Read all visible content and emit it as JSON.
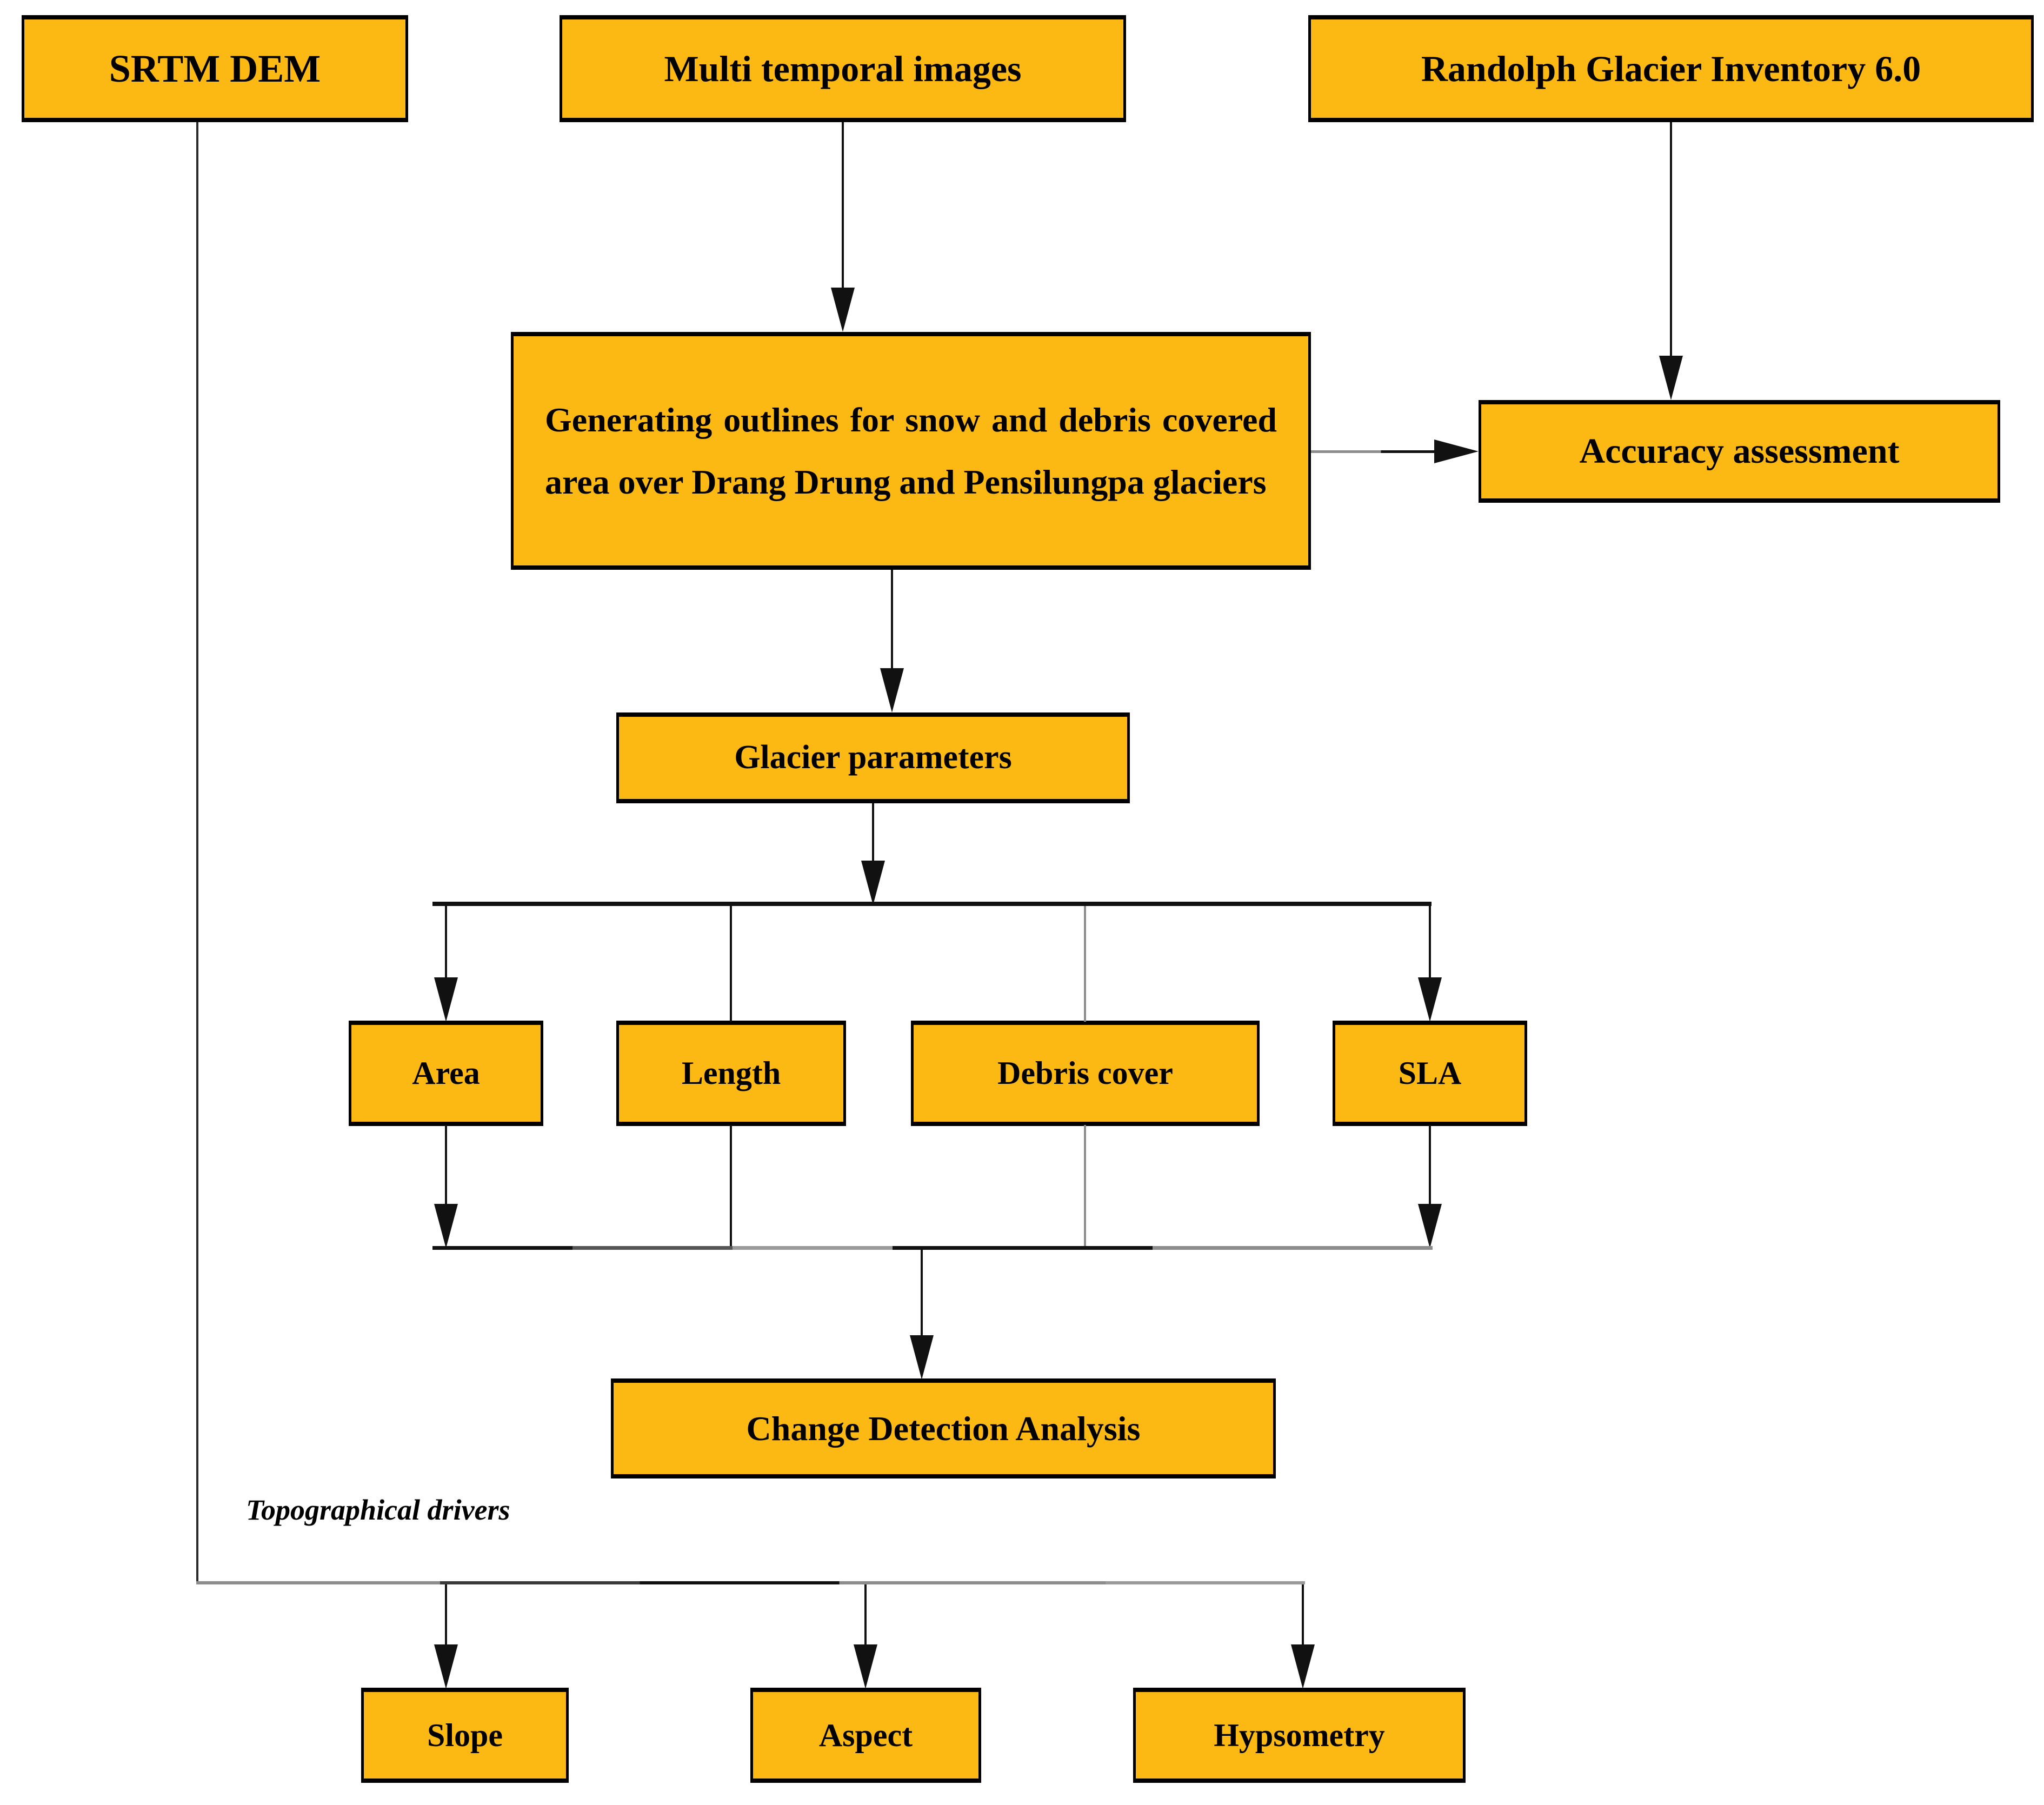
{
  "nodes": {
    "srtm_dem": {
      "label": "SRTM DEM"
    },
    "multi_temporal_images": {
      "label": "Multi temporal images"
    },
    "randolph_glacier_inventory": {
      "label": "Randolph Glacier Inventory 6.0"
    },
    "generating_outlines": {
      "label": "Generating outlines for snow and debris covered area over Drang Drung and Pensilungpa glaciers"
    },
    "accuracy_assessment": {
      "label": "Accuracy assessment"
    },
    "glacier_parameters": {
      "label": "Glacier parameters"
    },
    "area": {
      "label": "Area"
    },
    "length": {
      "label": "Length"
    },
    "debris_cover": {
      "label": "Debris cover"
    },
    "sla": {
      "label": "SLA"
    },
    "change_detection_analysis": {
      "label": "Change Detection Analysis"
    },
    "slope": {
      "label": "Slope"
    },
    "aspect": {
      "label": "Aspect"
    },
    "hypsometry": {
      "label": "Hypsometry"
    }
  },
  "annotations": {
    "topographical_drivers": "Topographical drivers"
  },
  "edges": [
    {
      "from": "multi_temporal_images",
      "to": "generating_outlines"
    },
    {
      "from": "randolph_glacier_inventory",
      "to": "accuracy_assessment"
    },
    {
      "from": "generating_outlines",
      "to": "accuracy_assessment"
    },
    {
      "from": "generating_outlines",
      "to": "glacier_parameters"
    },
    {
      "from": "glacier_parameters",
      "to": "area"
    },
    {
      "from": "glacier_parameters",
      "to": "length"
    },
    {
      "from": "glacier_parameters",
      "to": "debris_cover"
    },
    {
      "from": "glacier_parameters",
      "to": "sla"
    },
    {
      "from": "area",
      "to": "change_detection_analysis"
    },
    {
      "from": "length",
      "to": "change_detection_analysis"
    },
    {
      "from": "debris_cover",
      "to": "change_detection_analysis"
    },
    {
      "from": "sla",
      "to": "change_detection_analysis"
    },
    {
      "from": "srtm_dem",
      "to": "slope"
    },
    {
      "from": "srtm_dem",
      "to": "aspect"
    },
    {
      "from": "srtm_dem",
      "to": "hypsometry"
    }
  ],
  "colors": {
    "node_fill": "#FCB813",
    "node_border": "#000000",
    "connector_dark": "#111111",
    "connector_gray": "#8c8c8c",
    "text": "#000000",
    "background": "#FFFFFF"
  }
}
